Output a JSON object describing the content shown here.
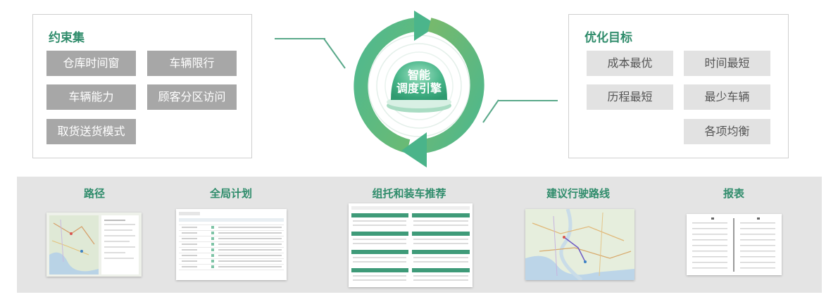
{
  "constraints": {
    "title": "约束集",
    "items": [
      "仓库时间窗",
      "车辆限行",
      "车辆能力",
      "顾客分区访问",
      "取货送货模式"
    ]
  },
  "objectives": {
    "title": "优化目标",
    "items": [
      "成本最优",
      "时间最短",
      "历程最短",
      "最少车辆",
      "各项均衡"
    ]
  },
  "engine": {
    "line1": "智能",
    "line2": "调度引擎"
  },
  "outputs": [
    {
      "title": "路径",
      "thumb": "map-route-screenshot"
    },
    {
      "title": "全局计划",
      "thumb": "global-plan-table-screenshot"
    },
    {
      "title": "组托和装车推荐",
      "thumb": "palletizing-loading-screenshot"
    },
    {
      "title": "建议行驶路线",
      "thumb": "suggested-route-map-screenshot"
    },
    {
      "title": "报表",
      "thumb": "report-screenshot"
    }
  ],
  "colors": {
    "accent": "#2f8c6b",
    "chip_gray": "#a7a7a7",
    "chip_light": "#e2e2e2",
    "band": "#e4e4e4",
    "cycle_green": "#3fae84"
  }
}
